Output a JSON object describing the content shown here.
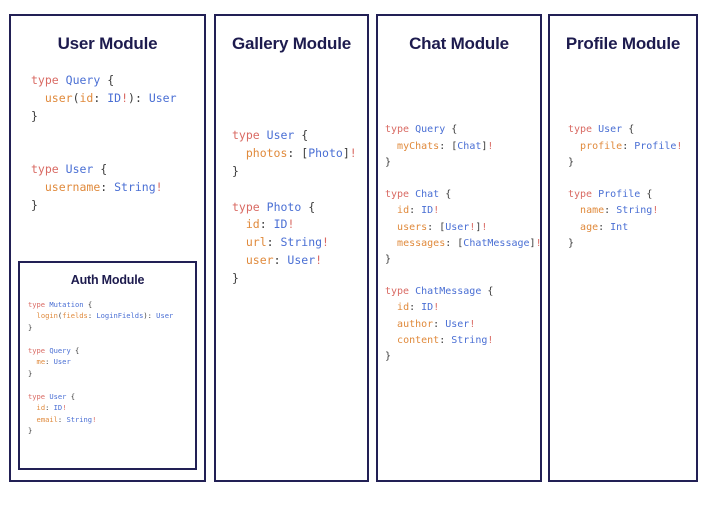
{
  "diagram": {
    "type": "graphql-schema-module-map",
    "background_color": "#ffffff",
    "border_color": "#222055",
    "title_color": "#1d1b4e",
    "syntax_colors": {
      "keyword": "#d96a63",
      "type_name": "#4a6fd4",
      "field_name": "#e08a3c",
      "value_type": "#4a6fd4",
      "non_null_bang": "#d96a63",
      "punctuation": "#3b3b3b"
    }
  },
  "modules": {
    "user": {
      "title": "User Module",
      "code": "type Query {\n  user(id: ID!): User\n}\n\n\ntype User {\n  username: String!\n}"
    },
    "auth": {
      "title": "Auth Module",
      "code": "type Mutation {\n  login(fields: LoginFields): User\n}\n\ntype Query {\n  me: User\n}\n\ntype User {\n  id: ID!\n  email: String!\n}"
    },
    "gallery": {
      "title": "Gallery Module",
      "code": "type User {\n  photos: [Photo]!\n}\n\ntype Photo {\n  id: ID!\n  url: String!\n  user: User!\n}"
    },
    "chat": {
      "title": "Chat Module",
      "code": "type Query {\n  myChats: [Chat]!\n}\n\ntype Chat {\n  id: ID!\n  users: [User!]!\n  messages: [ChatMessage]!\n}\n\ntype ChatMessage {\n  id: ID!\n  author: User!\n  content: String!\n}"
    },
    "profile": {
      "title": "Profile Module",
      "code": "type User {\n  profile: Profile!\n}\n\ntype Profile {\n  name: String!\n  age: Int\n}"
    }
  }
}
